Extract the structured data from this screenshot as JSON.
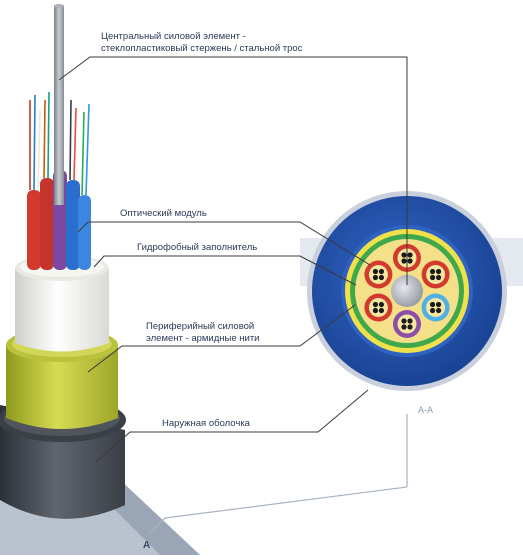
{
  "labels": {
    "central_line1": "Центральный силовой элемент -",
    "central_line2": "стеклопластиковый стержень / стальной трос",
    "optical_module": "Оптический модуль",
    "filler": "Гидрофобный заполнитель",
    "peripheral_line1": "Периферийный силовой",
    "peripheral_line2": "элемент - армидные нити",
    "outer_sheath": "Наружная оболочка"
  },
  "section_label": "А-А",
  "section_letter": "А",
  "colors": {
    "outer_sheath": "#1f4fa8",
    "inner_sheath_ring": "#2d64c4",
    "aramid_ring": "#f0e04a",
    "filler_area": "#3fa84c",
    "core_bg": "#f3e089",
    "central_member": "#a3a8b0",
    "tube_red": "#d23a2e",
    "tube_purple": "#8b4fa8",
    "tube_blue": "#2a6fd0",
    "tube_lightblue": "#4fb0e8",
    "cable_sheath_gray": "#4a4f58",
    "cable_yellow": "#c9d13c",
    "cable_white": "#f2f2ee",
    "callout_line": "#3a3a3a"
  }
}
